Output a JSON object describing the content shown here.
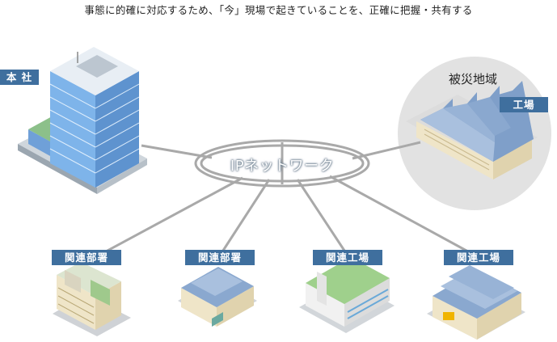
{
  "headline": "事態に的確に対応するため、「今」現場で起きていることを、正確に把握・共有する",
  "network": {
    "label": "IPネットワーク"
  },
  "headquarters": {
    "label": "本 社"
  },
  "disaster_area": {
    "label": "被災地域",
    "facility_label": "工場"
  },
  "branches": [
    {
      "label": "関連部署"
    },
    {
      "label": "関連部署"
    },
    {
      "label": "関連工場"
    },
    {
      "label": "関連工場"
    }
  ],
  "colors": {
    "tag_bg": "#3f6f9e",
    "network_line": "#a9a9a9",
    "disaster_circle": "#e2e2e2",
    "roof_blue": "#7f9fc9",
    "wall_cream": "#efe5c8"
  }
}
